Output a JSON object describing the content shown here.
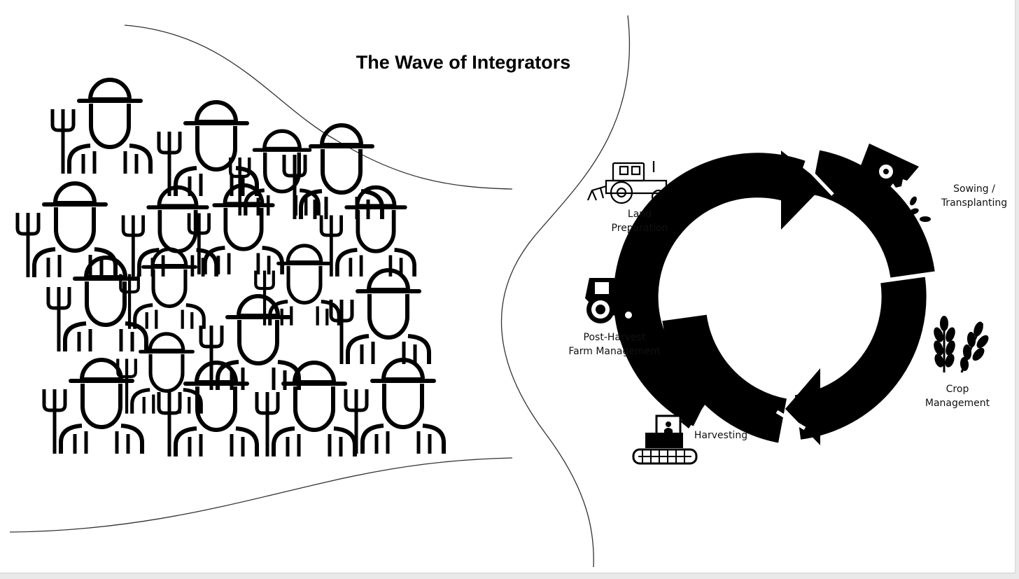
{
  "title": "The Wave of Integrators",
  "colors": {
    "ink": "#000000",
    "background": "#ffffff",
    "curve": "#333333"
  },
  "crowd": {
    "figure_icon": "farmer-with-pitchfork-icon"
  },
  "cycle": {
    "arrow_icon": "circular-arrows-icon",
    "stages": [
      {
        "label": "Land\nPreparation",
        "icon": "tractor-with-plough-icon"
      },
      {
        "label": "Sowing /\nTransplanting",
        "icon": "seed-packet-icon"
      },
      {
        "label": "Crop\nManagement",
        "icon": "wheat-icon"
      },
      {
        "label": "Harvesting",
        "icon": "combine-harvester-icon"
      },
      {
        "label": "Post-Harvest\nFarm Management",
        "icon": "tractor-icon"
      }
    ]
  }
}
